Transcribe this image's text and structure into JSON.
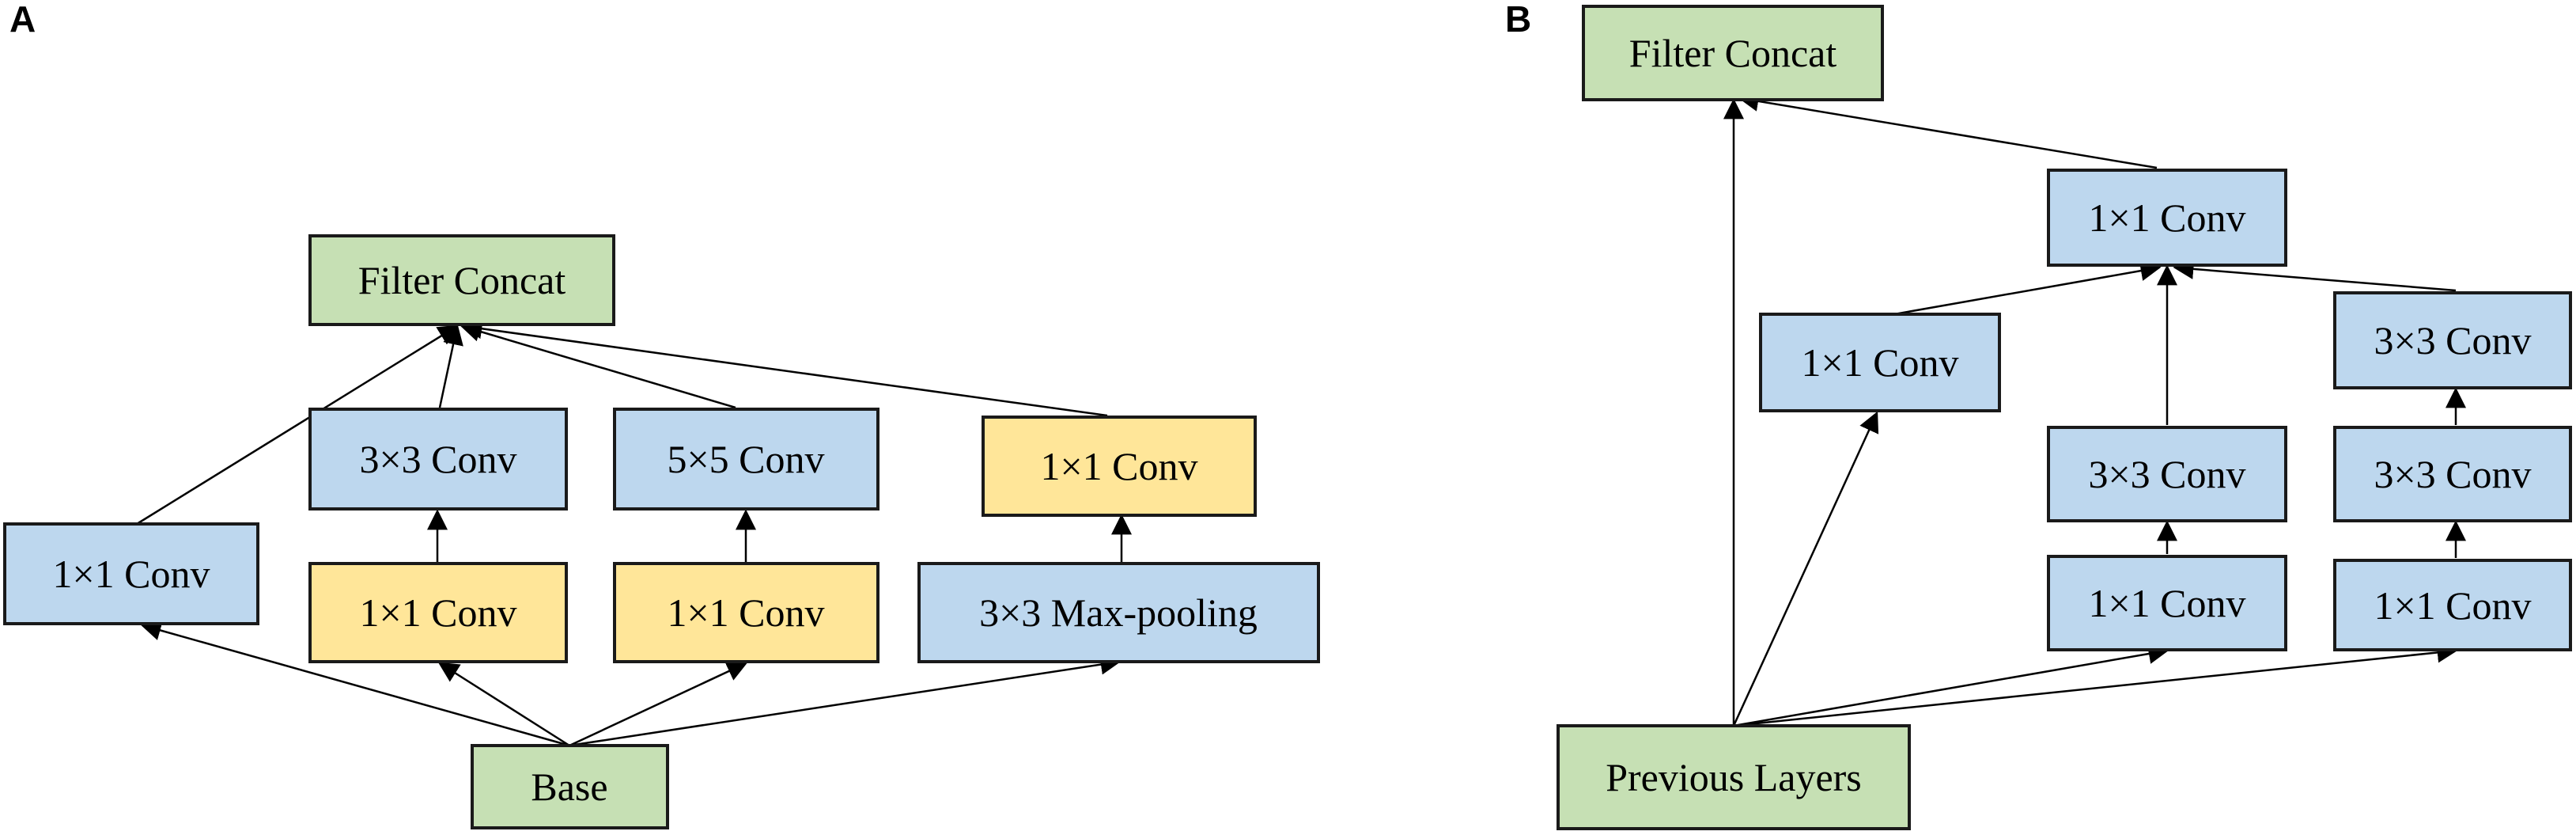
{
  "panels": {
    "a": {
      "label": "A",
      "filter_concat": "Filter Concat",
      "conv1x1_left": "1×1 Conv",
      "conv3x3": "3×3 Conv",
      "conv5x5": "5×5 Conv",
      "conv1x1_pool_proj": "1×1 Conv",
      "reduce_3x3": "1×1 Conv",
      "reduce_5x5": "1×1 Conv",
      "maxpool": "3×3 Max-pooling",
      "base": "Base"
    },
    "b": {
      "label": "B",
      "filter_concat": "Filter Concat",
      "conv1x1_top": "1×1 Conv",
      "conv1x1_left": "1×1 Conv",
      "conv3x3_right_top": "3×3 Conv",
      "conv3x3_mid": "3×3 Conv",
      "conv3x3_right_mid": "3×3 Conv",
      "reduce_mid": "1×1 Conv",
      "reduce_right": "1×1 Conv",
      "previous_layers": "Previous Layers"
    }
  },
  "colors": {
    "input_output": "#c6e0b4",
    "convolution": "#bdd7ee",
    "reduction": "#ffe699",
    "edge": "#000000"
  }
}
